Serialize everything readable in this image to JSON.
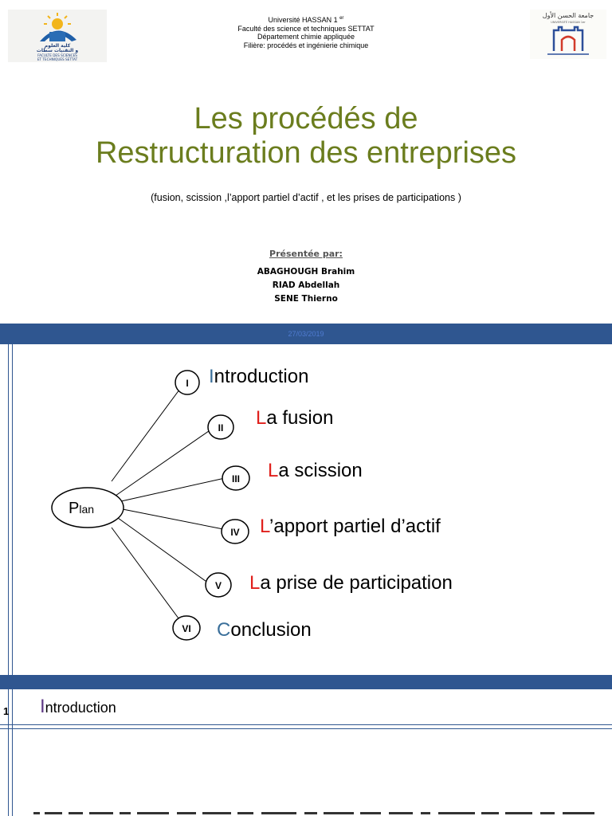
{
  "slide1": {
    "header": [
      "Université HASSAN 1",
      "Faculté des science et techniques SETTAT",
      "Département chimie appliquée",
      "Filière: procédés et ingénierie chimique"
    ],
    "header_sup": "er",
    "title_line1": "Les procédés de",
    "title_line2": "Restructuration des entreprises",
    "subtitle": "(fusion, scission ,l’apport partiel d’actif , et les prises de participations )",
    "presented_by": "Présentée par:",
    "authors": [
      "ABAGHOUGH Brahim",
      "RIAD Abdellah",
      "SENE Thierno"
    ],
    "logo_left_text": [
      "كلية العلوم",
      "و التقنيات سطات",
      "FACULTE DES SCIENCES",
      "ET TECHNIQUES SETTAT"
    ],
    "logo_right_text": [
      "جامعة الحسن الأول",
      "UNIVERSITÉ HASSAN 1er"
    ]
  },
  "date_bar": "27/03/2019",
  "plan": {
    "center": {
      "cap": "P",
      "rest": "lan"
    },
    "items": [
      {
        "numeral": "I",
        "cap": "I",
        "rest": "ntroduction",
        "cap_color": "#3a6f9a"
      },
      {
        "numeral": "II",
        "cap": "L",
        "rest": "a fusion",
        "cap_color": "#e0201c"
      },
      {
        "numeral": "III",
        "cap": "L",
        "rest": "a scission",
        "cap_color": "#e0201c"
      },
      {
        "numeral": "IV",
        "cap": "L",
        "rest": "’apport partiel d’actif",
        "cap_color": "#e0201c"
      },
      {
        "numeral": "V",
        "cap": "L",
        "rest": "a prise de participation",
        "cap_color": "#e0201c"
      },
      {
        "numeral": "VI",
        "cap": "C",
        "rest": "onclusion",
        "cap_color": "#3a6f9a"
      }
    ]
  },
  "slide3": {
    "number": "1",
    "title_cap": "I",
    "title_rest": "ntroduction"
  },
  "colors": {
    "title_olive": "#6b7d1e",
    "bar_blue": "#2f5690",
    "accent_red": "#e0201c",
    "accent_blue": "#3a6f9a",
    "intro_purple": "#5f3a86"
  }
}
